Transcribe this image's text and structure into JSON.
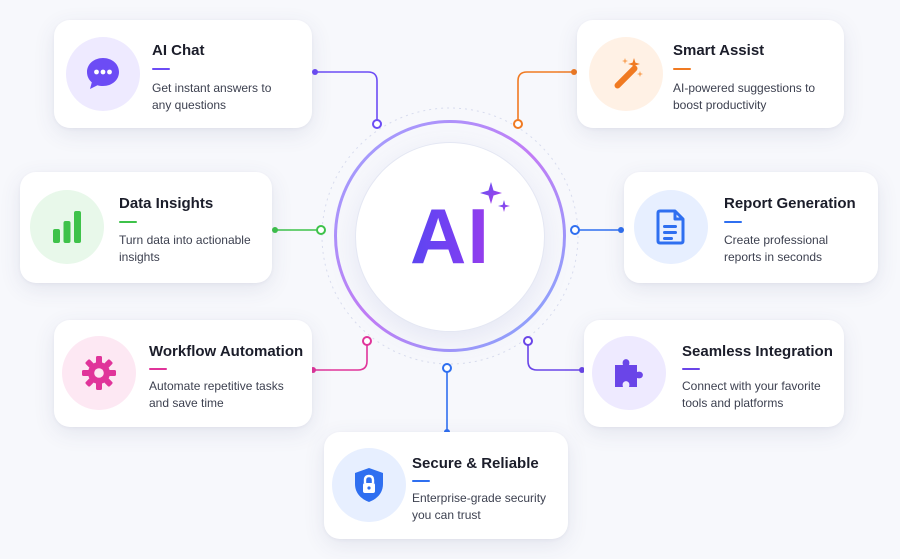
{
  "center": {
    "label": "AI",
    "icon": "sparkle-icon"
  },
  "features": [
    {
      "id": "ai-chat",
      "title": "AI Chat",
      "description": "Get instant answers to any questions",
      "icon": "chat-bubble-icon",
      "accent": "#6c4cf5",
      "icon_bg": "#eeeaff"
    },
    {
      "id": "smart-assist",
      "title": "Smart Assist",
      "description": "AI-powered suggestions to boost productivity",
      "icon": "magic-wand-icon",
      "accent": "#f07a22",
      "icon_bg": "#fff1e5"
    },
    {
      "id": "data-insights",
      "title": "Data Insights",
      "description": "Turn data into actionable insights",
      "icon": "bar-chart-icon",
      "accent": "#3ec24a",
      "icon_bg": "#e8f8ea"
    },
    {
      "id": "report-generation",
      "title": "Report Generation",
      "description": "Create professional reports in seconds",
      "icon": "document-icon",
      "accent": "#2f6ff0",
      "icon_bg": "#e7efff"
    },
    {
      "id": "workflow-automation",
      "title": "Workflow Automation",
      "description": "Automate repetitive tasks and save time",
      "icon": "gear-icon",
      "accent": "#e0349a",
      "icon_bg": "#fde8f3"
    },
    {
      "id": "seamless-integration",
      "title": "Seamless Integration",
      "description": "Connect with your favorite tools and platforms",
      "icon": "puzzle-icon",
      "accent": "#6a45e8",
      "icon_bg": "#eeeaff"
    },
    {
      "id": "secure-reliable",
      "title": "Secure & Reliable",
      "description": "Enterprise-grade security you can trust",
      "icon": "shield-lock-icon",
      "accent": "#2f6ff0",
      "icon_bg": "#e7efff"
    }
  ]
}
